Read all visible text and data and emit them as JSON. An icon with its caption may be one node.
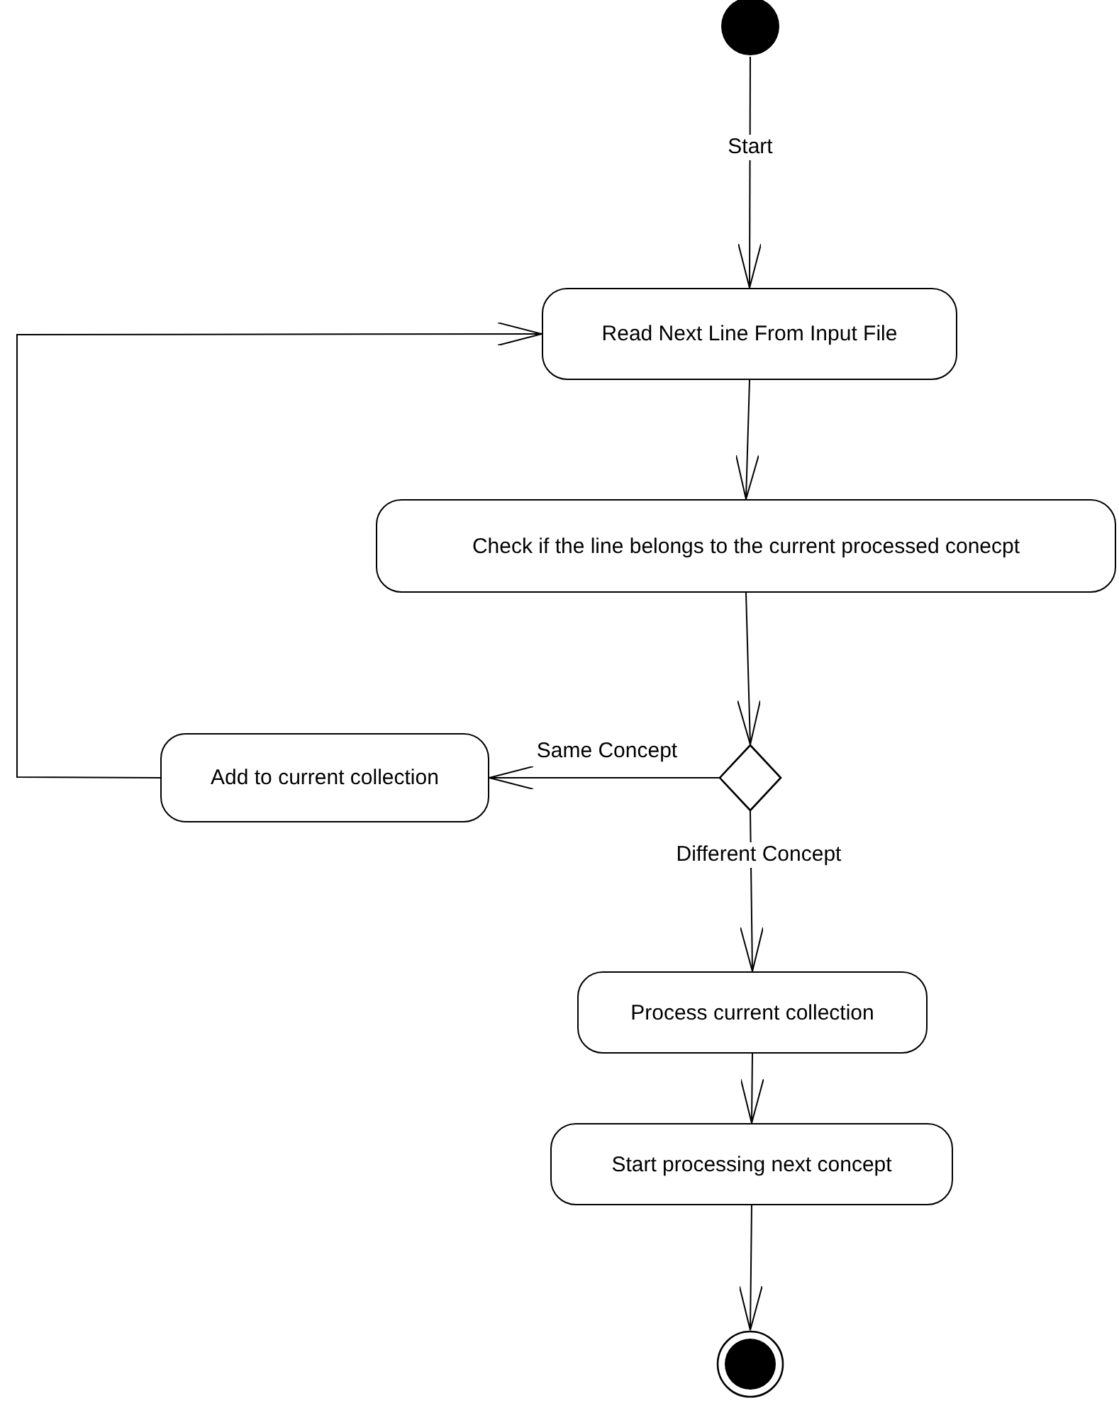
{
  "diagram": {
    "nodes": [
      {
        "text": [],
        "shape": "circle"
      },
      {
        "text": [
          "Read Next Line From Input File"
        ]
      },
      {
        "text": [
          "Check if the line belongs to the current processed conecpt"
        ]
      },
      {
        "text": [],
        "shape": "diamond"
      },
      {
        "text": [
          "Add to current collection"
        ]
      },
      {
        "text": [
          "Process current collection"
        ]
      },
      {
        "text": [
          "Start processing next concept"
        ]
      },
      {
        "text": [],
        "shape": "bullseye"
      }
    ],
    "edges": [
      {
        "from": 0,
        "to": 1,
        "arrow": "to",
        "label": "Start"
      },
      {
        "from": 1,
        "to": 2,
        "arrow": "to"
      },
      {
        "from": 2,
        "to": 3,
        "arrow": "to"
      },
      {
        "from": 3,
        "to": 4,
        "arrow": "to",
        "label": "Same Concept"
      },
      {
        "from": 4,
        "to": 1,
        "arrow": "to"
      },
      {
        "from": 3,
        "to": 5,
        "arrow": "to",
        "label": "Different Concept"
      },
      {
        "from": 5,
        "to": 6,
        "arrow": "to"
      },
      {
        "from": 6,
        "to": 7,
        "arrow": "to"
      }
    ]
  }
}
